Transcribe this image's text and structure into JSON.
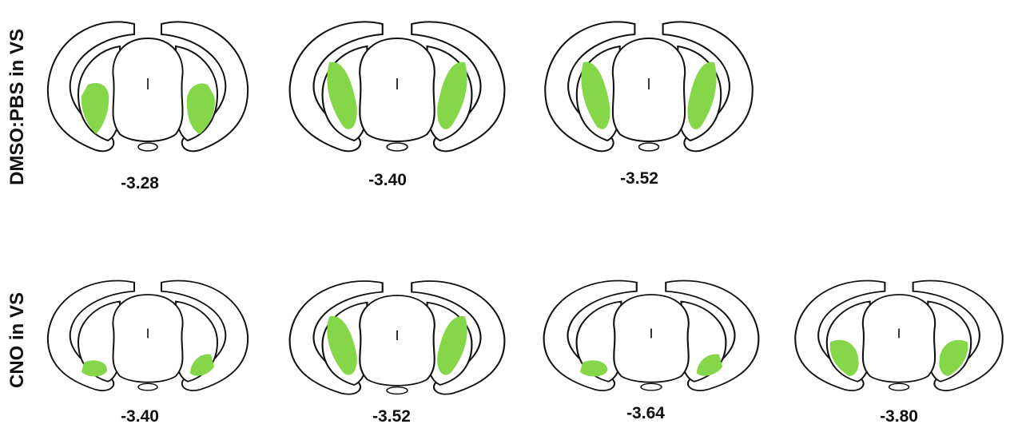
{
  "rows": [
    {
      "label": "DMSO:PBS in VS",
      "sections": [
        {
          "coordinate": "-3.28"
        },
        {
          "coordinate": "-3.40"
        },
        {
          "coordinate": "-3.52"
        }
      ]
    },
    {
      "label": "CNO in VS",
      "sections": [
        {
          "coordinate": "-3.40"
        },
        {
          "coordinate": "-3.52"
        },
        {
          "coordinate": "-3.64"
        },
        {
          "coordinate": "-3.80"
        }
      ]
    }
  ],
  "colors": {
    "expression_fill": "#86d64a",
    "outline": "#111111"
  }
}
